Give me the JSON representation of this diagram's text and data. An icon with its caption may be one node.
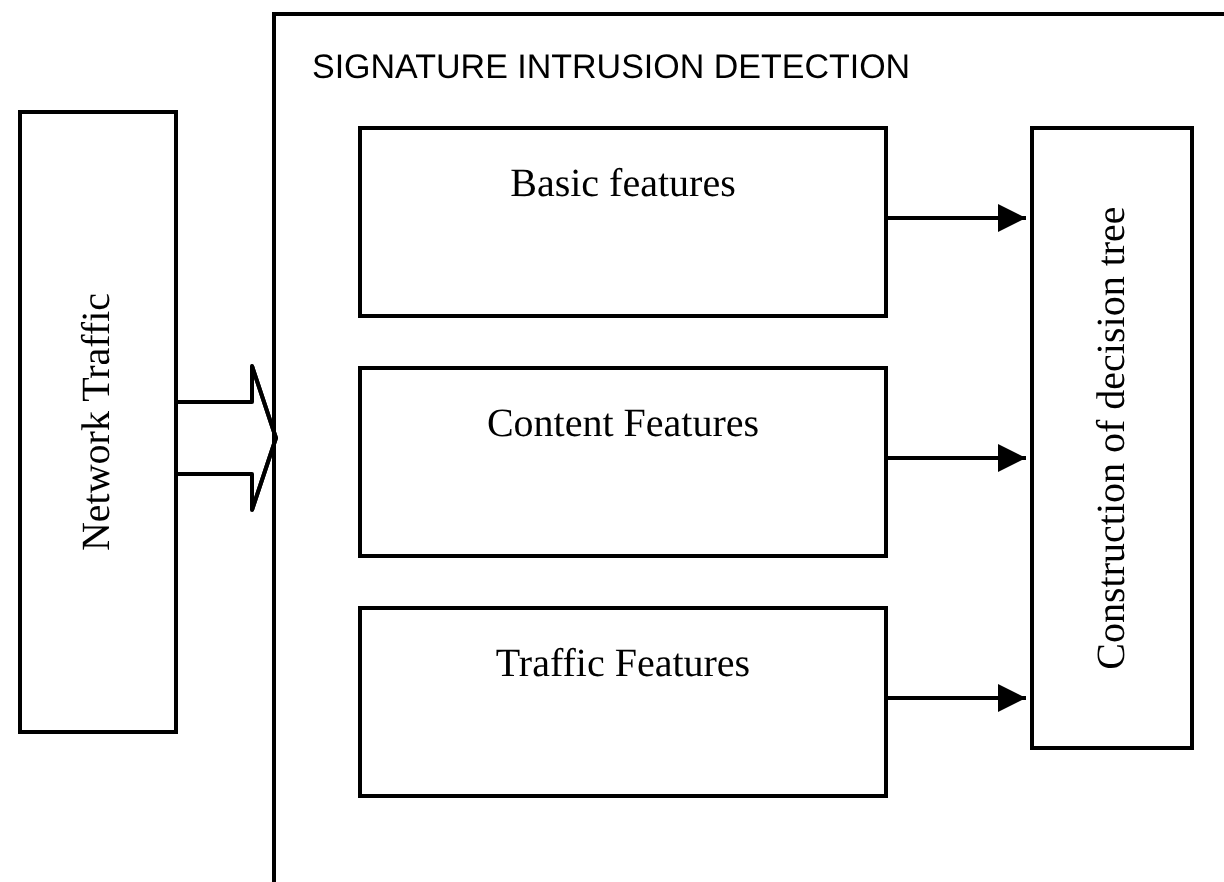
{
  "diagram": {
    "nodes": [
      {
        "text": [
          "Network Traffic"
        ]
      },
      {
        "text": [
          "SIGNATURE INTRUSION DETECTION"
        ]
      },
      {
        "text": [
          "Basic features"
        ],
        "in": 1
      },
      {
        "text": [
          "Content Features"
        ],
        "in": 1
      },
      {
        "text": [
          "Traffic Features"
        ],
        "in": 1
      },
      {
        "text": [
          "Construction of decision tree"
        ],
        "in": 1
      }
    ],
    "edges": [
      {
        "from": 0,
        "to": 1,
        "arrow": "to"
      },
      {
        "from": 2,
        "to": 5,
        "arrow": "to"
      },
      {
        "from": 3,
        "to": 5,
        "arrow": "to"
      },
      {
        "from": 4,
        "to": 5,
        "arrow": "to"
      }
    ]
  }
}
